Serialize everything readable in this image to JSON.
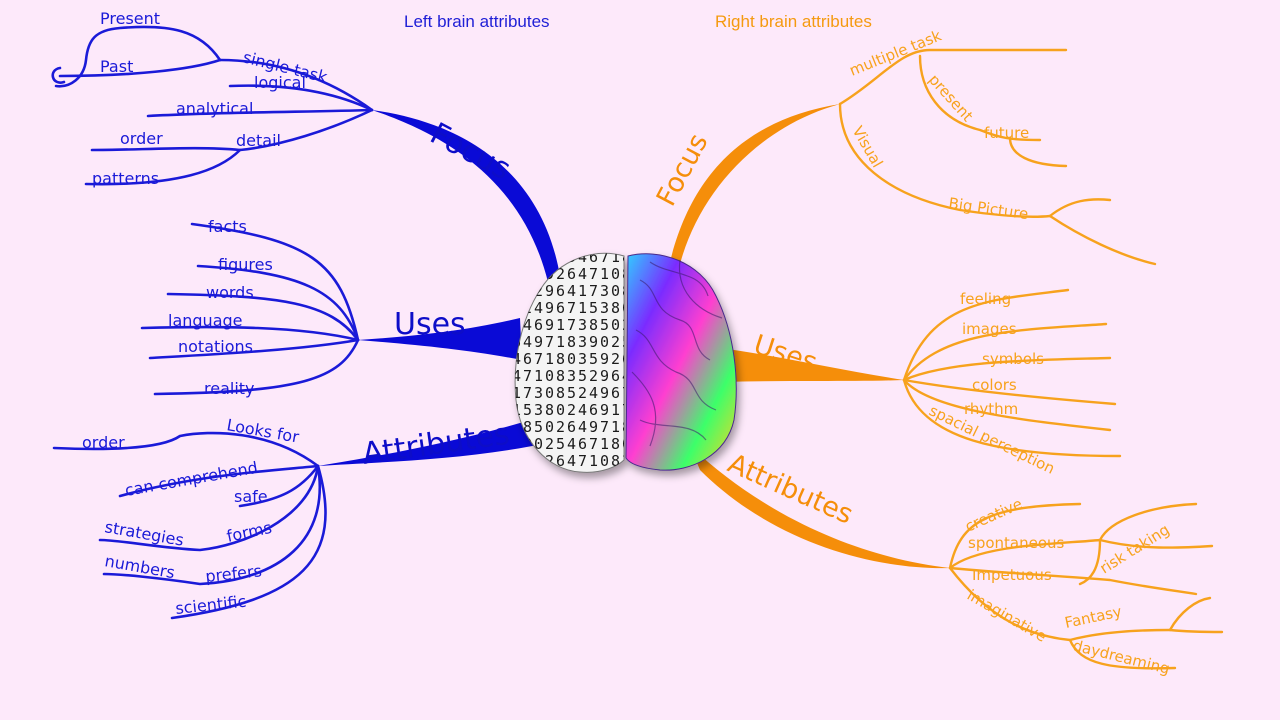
{
  "header": {
    "left_title": "Left brain attributes",
    "right_title": "Right brain attributes"
  },
  "colors": {
    "background": "#fde9fa",
    "left_branch": "#1a1ad8",
    "right_branch": "#f7a21d"
  },
  "left": {
    "focus": {
      "label": "Focus",
      "present": "Present",
      "past": "Past",
      "single_task": "single task",
      "logical": "logical",
      "analytical": "analytical",
      "order": "order",
      "detail": "detail",
      "patterns": "patterns"
    },
    "uses": {
      "label": "Uses",
      "facts": "facts",
      "figures": "figures",
      "words": "words",
      "language": "language",
      "notations": "notations",
      "reality": "reality"
    },
    "attributes": {
      "label": "Attributes",
      "looks_for": "Looks for",
      "order": "order",
      "can_comprehend": "can comprehend",
      "safe": "safe",
      "strategies": "strategies",
      "forms": "forms",
      "numbers": "numbers",
      "prefers": "prefers",
      "scientific": "scientific"
    }
  },
  "right": {
    "focus": {
      "label": "Focus",
      "multiple_task": "multiple task",
      "present": "present",
      "future": "future",
      "visual": "Visual",
      "big_picture": "Big Picture"
    },
    "uses": {
      "label": "Uses",
      "feeling": "feeling",
      "images": "images",
      "symbols": "symbols",
      "colors": "colors",
      "rhythm": "rhythm",
      "spacial_perception": "spacial perception"
    },
    "attributes": {
      "label": "Attributes",
      "creative": "creative",
      "spontaneous": "spontaneous",
      "risk_taking": "risk taking",
      "impetuous": "Impetuous",
      "imaginative": "imaginative",
      "fantasy": "Fantasy",
      "daydreaming": "daydreaming"
    }
  },
  "brain": {
    "numerals": [
      "8",
      "3",
      "9",
      "0",
      "2",
      "5",
      "4",
      "6",
      "7",
      "1",
      "8",
      "0",
      "3",
      "5",
      "9",
      "2",
      "6",
      "4",
      "7",
      "1",
      "0",
      "8",
      "3",
      "5",
      "2",
      "9",
      "6",
      "4",
      "1",
      "7",
      "3",
      "0",
      "8",
      "5",
      "2",
      "4",
      "9",
      "6",
      "7",
      "1",
      "5",
      "3",
      "8",
      "0",
      "2",
      "4",
      "6",
      "9",
      "1",
      "7",
      "3",
      "8",
      "5",
      "0",
      "2",
      "6",
      "4",
      "9",
      "7",
      "1"
    ]
  }
}
